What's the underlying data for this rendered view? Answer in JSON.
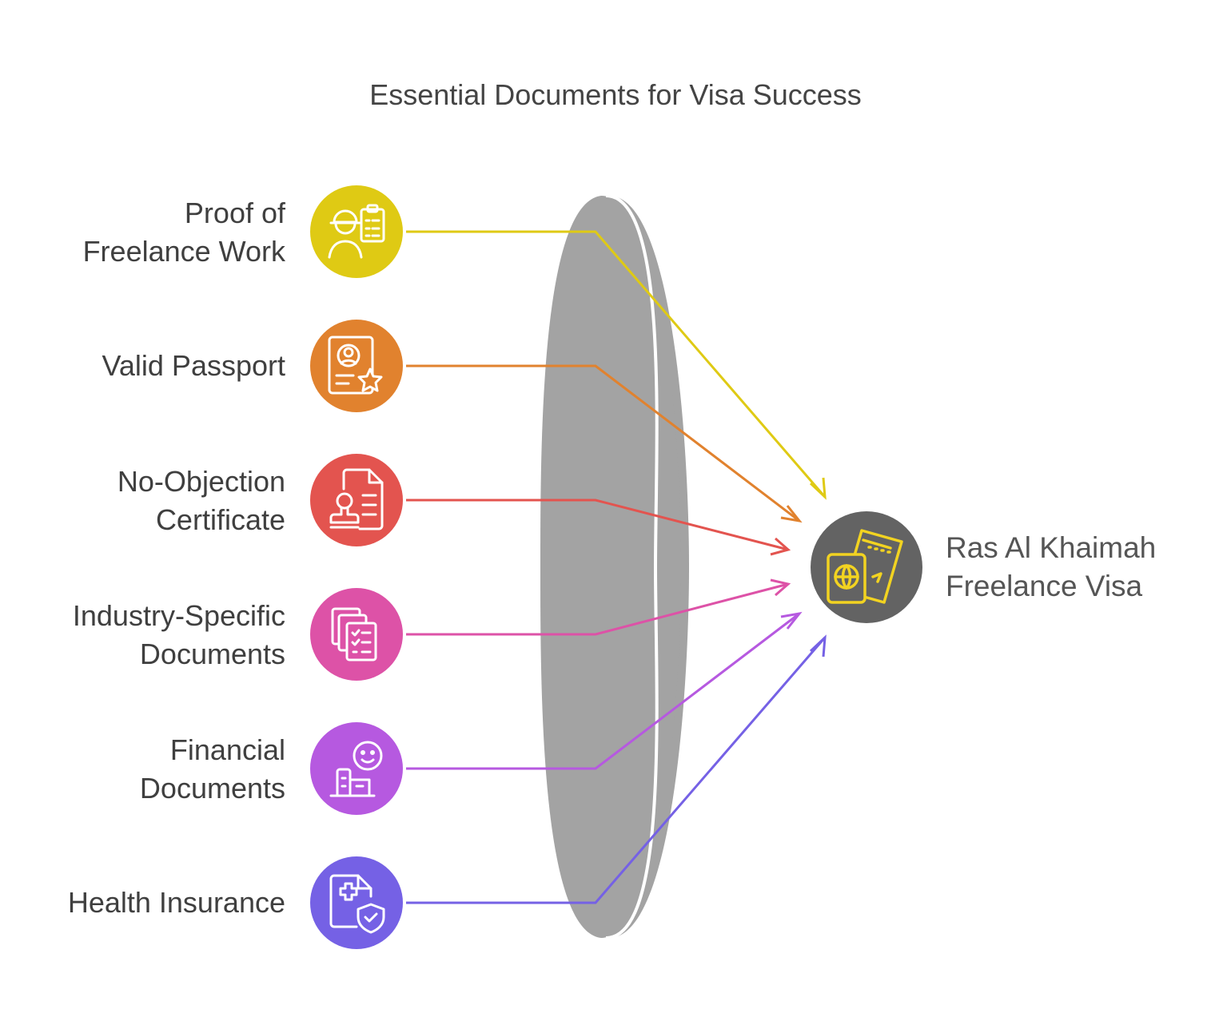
{
  "title": "Essential Documents for Visa Success",
  "items": [
    {
      "lines": [
        "Proof of",
        "Freelance Work"
      ],
      "color": "#dfca14",
      "icon": "worker-clipboard-icon"
    },
    {
      "lines": [
        "Valid Passport"
      ],
      "color": "#e1822e",
      "icon": "id-badge-star-icon"
    },
    {
      "lines": [
        "No-Objection",
        "Certificate"
      ],
      "color": "#e3544f",
      "icon": "stamp-document-icon"
    },
    {
      "lines": [
        "Industry-Specific",
        "Documents"
      ],
      "color": "#dd52a7",
      "icon": "checklist-documents-icon"
    },
    {
      "lines": [
        "Financial",
        "Documents"
      ],
      "color": "#b659e0",
      "icon": "smiley-building-icon"
    },
    {
      "lines": [
        "Health Insurance"
      ],
      "color": "#7561e5",
      "icon": "medical-shield-icon"
    }
  ],
  "target": {
    "lines": [
      "Ras Al Khaimah",
      "Freelance Visa"
    ],
    "color": "#636363",
    "icon": "passport-ticket-icon"
  },
  "lens_color": "#a3a3a3"
}
